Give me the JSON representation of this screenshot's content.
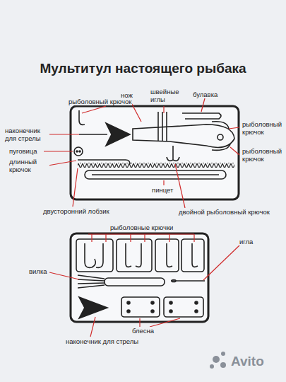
{
  "diagram": {
    "title": "Мультитул настоящего рыбака",
    "labels": [
      "нож",
      "швейные иглы",
      "булавка",
      "рыболовный крючок",
      "наконечник для стрелы",
      "рыболовный крючок",
      "пуговица",
      "длинный крючок",
      "рыболовный крючок",
      "пинцет",
      "двусторонний лобзик",
      "двойной рыболовный крючок",
      "рыболовные крючки",
      "игла",
      "вилка",
      "блесна",
      "наконечник для стрелы",
      "Avito"
    ]
  }
}
